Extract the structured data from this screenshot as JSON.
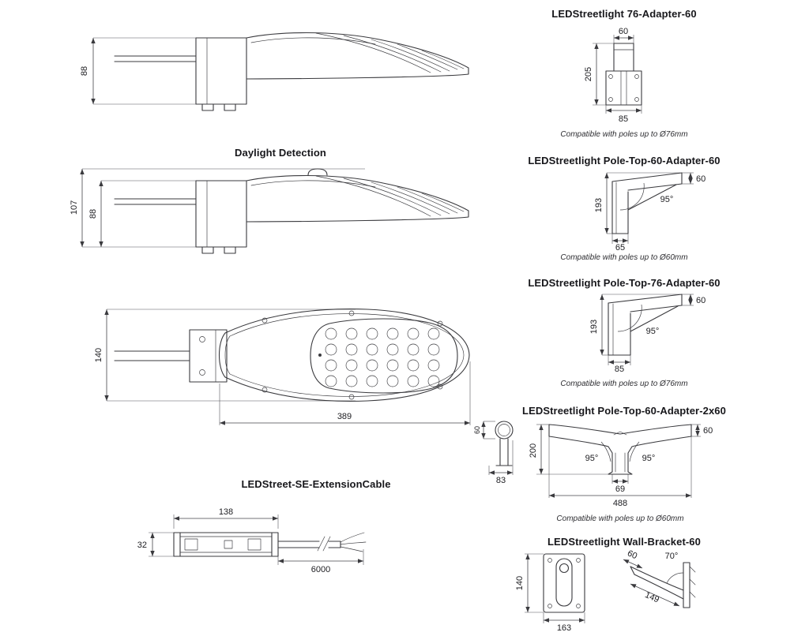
{
  "sheet": {
    "line_color": "#3a3a3e"
  },
  "side_view": {
    "dim_height": "88"
  },
  "daylight_view": {
    "title": "Daylight Detection",
    "dim_total_height": "107",
    "dim_body_height": "88"
  },
  "top_view": {
    "dim_height": "140",
    "dim_length": "389"
  },
  "extension_cable": {
    "title": "LEDStreet-SE-ExtensionCable",
    "dim_connector_length": "138",
    "dim_connector_height": "32",
    "dim_cable_length": "6000"
  },
  "adapter_76": {
    "title": "LEDStreetlight 76-Adapter-60",
    "dim_spigot_width": "60",
    "dim_height": "205",
    "dim_base_width": "85",
    "caption": "Compatible with poles up to Ø76mm"
  },
  "pole_top_60": {
    "title": "LEDStreetlight Pole-Top-60-Adapter-60",
    "dim_spigot": "60",
    "dim_height": "193",
    "dim_angle": "95°",
    "dim_base": "65",
    "caption": "Compatible with poles up to Ø60mm"
  },
  "pole_top_76": {
    "title": "LEDStreetlight Pole-Top-76-Adapter-60",
    "dim_spigot": "60",
    "dim_height": "193",
    "dim_angle": "95°",
    "dim_base": "85",
    "caption": "Compatible with poles up to Ø76mm"
  },
  "pole_top_2x60": {
    "title": "LEDStreetlight Pole-Top-60-Adapter-2x60",
    "side_dim_diameter": "60",
    "side_dim_width": "83",
    "dim_spigot": "60",
    "dim_height": "200",
    "dim_angle_left": "95°",
    "dim_angle_right": "95°",
    "dim_center_width": "69",
    "dim_total_width": "488",
    "caption": "Compatible with poles up to Ø60mm"
  },
  "wall_bracket": {
    "title": "LEDStreetlight Wall-Bracket-60",
    "dim_plate_height": "140",
    "dim_plate_width": "163",
    "dim_spigot": "60",
    "dim_angle": "70°",
    "dim_arm_length": "149"
  }
}
